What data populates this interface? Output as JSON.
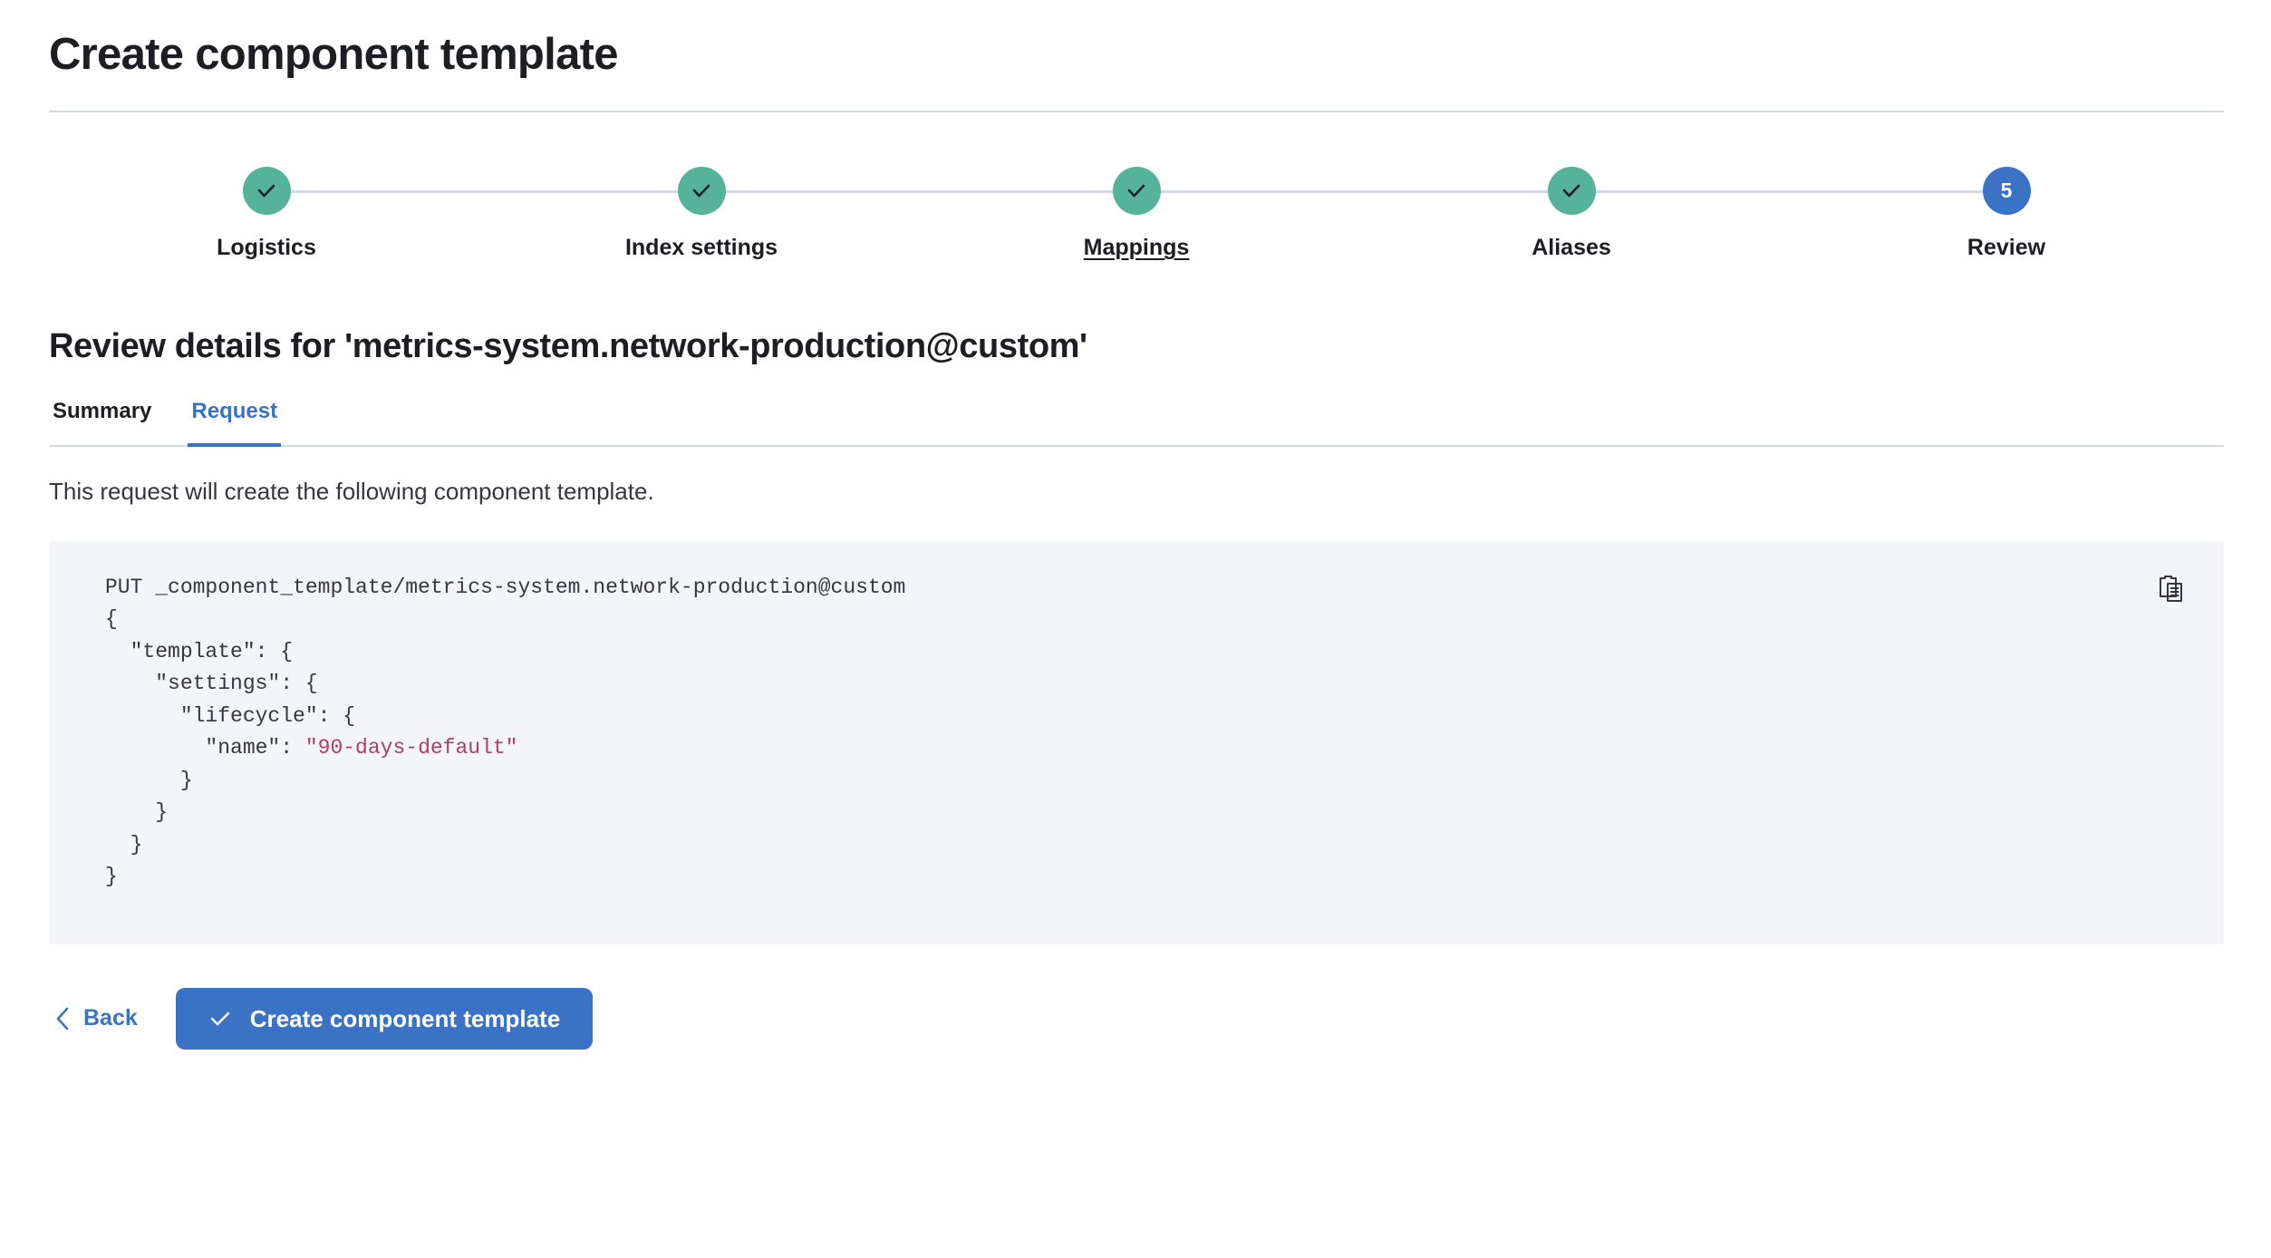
{
  "page": {
    "title": "Create component template"
  },
  "stepper": {
    "steps": [
      {
        "label": "Logistics",
        "state": "complete",
        "marker": "check",
        "underlined": false
      },
      {
        "label": "Index settings",
        "state": "complete",
        "marker": "check",
        "underlined": false
      },
      {
        "label": "Mappings",
        "state": "complete",
        "marker": "check",
        "underlined": true
      },
      {
        "label": "Aliases",
        "state": "complete",
        "marker": "check",
        "underlined": false
      },
      {
        "label": "Review",
        "state": "current",
        "marker": "5",
        "underlined": false
      }
    ]
  },
  "review": {
    "heading": "Review details for 'metrics-system.network-production@custom'",
    "tabs": [
      {
        "label": "Summary",
        "active": false
      },
      {
        "label": "Request",
        "active": true
      }
    ],
    "description": "This request will create the following component template.",
    "request": {
      "method_line": "PUT _component_template/metrics-system.network-production@custom",
      "body_before_string": "{\n  \"template\": {\n    \"settings\": {\n      \"lifecycle\": {\n        \"name\": ",
      "string_value": "\"90-days-default\"",
      "body_after_string": "\n      }\n    }\n  }\n}",
      "copy_icon": "clipboard-copy-icon"
    }
  },
  "actions": {
    "back_label": "Back",
    "back_icon": "chevron-left-icon",
    "submit_label": "Create component template",
    "submit_icon": "check-icon"
  },
  "colors": {
    "complete_step": "#54B399",
    "current_step": "#3A73C5",
    "accent_blue": "#3A73C5",
    "code_background": "#F4F5F9",
    "code_string": "#AD3F61",
    "divider": "#D3DAE6",
    "text": "#1D1E24"
  }
}
